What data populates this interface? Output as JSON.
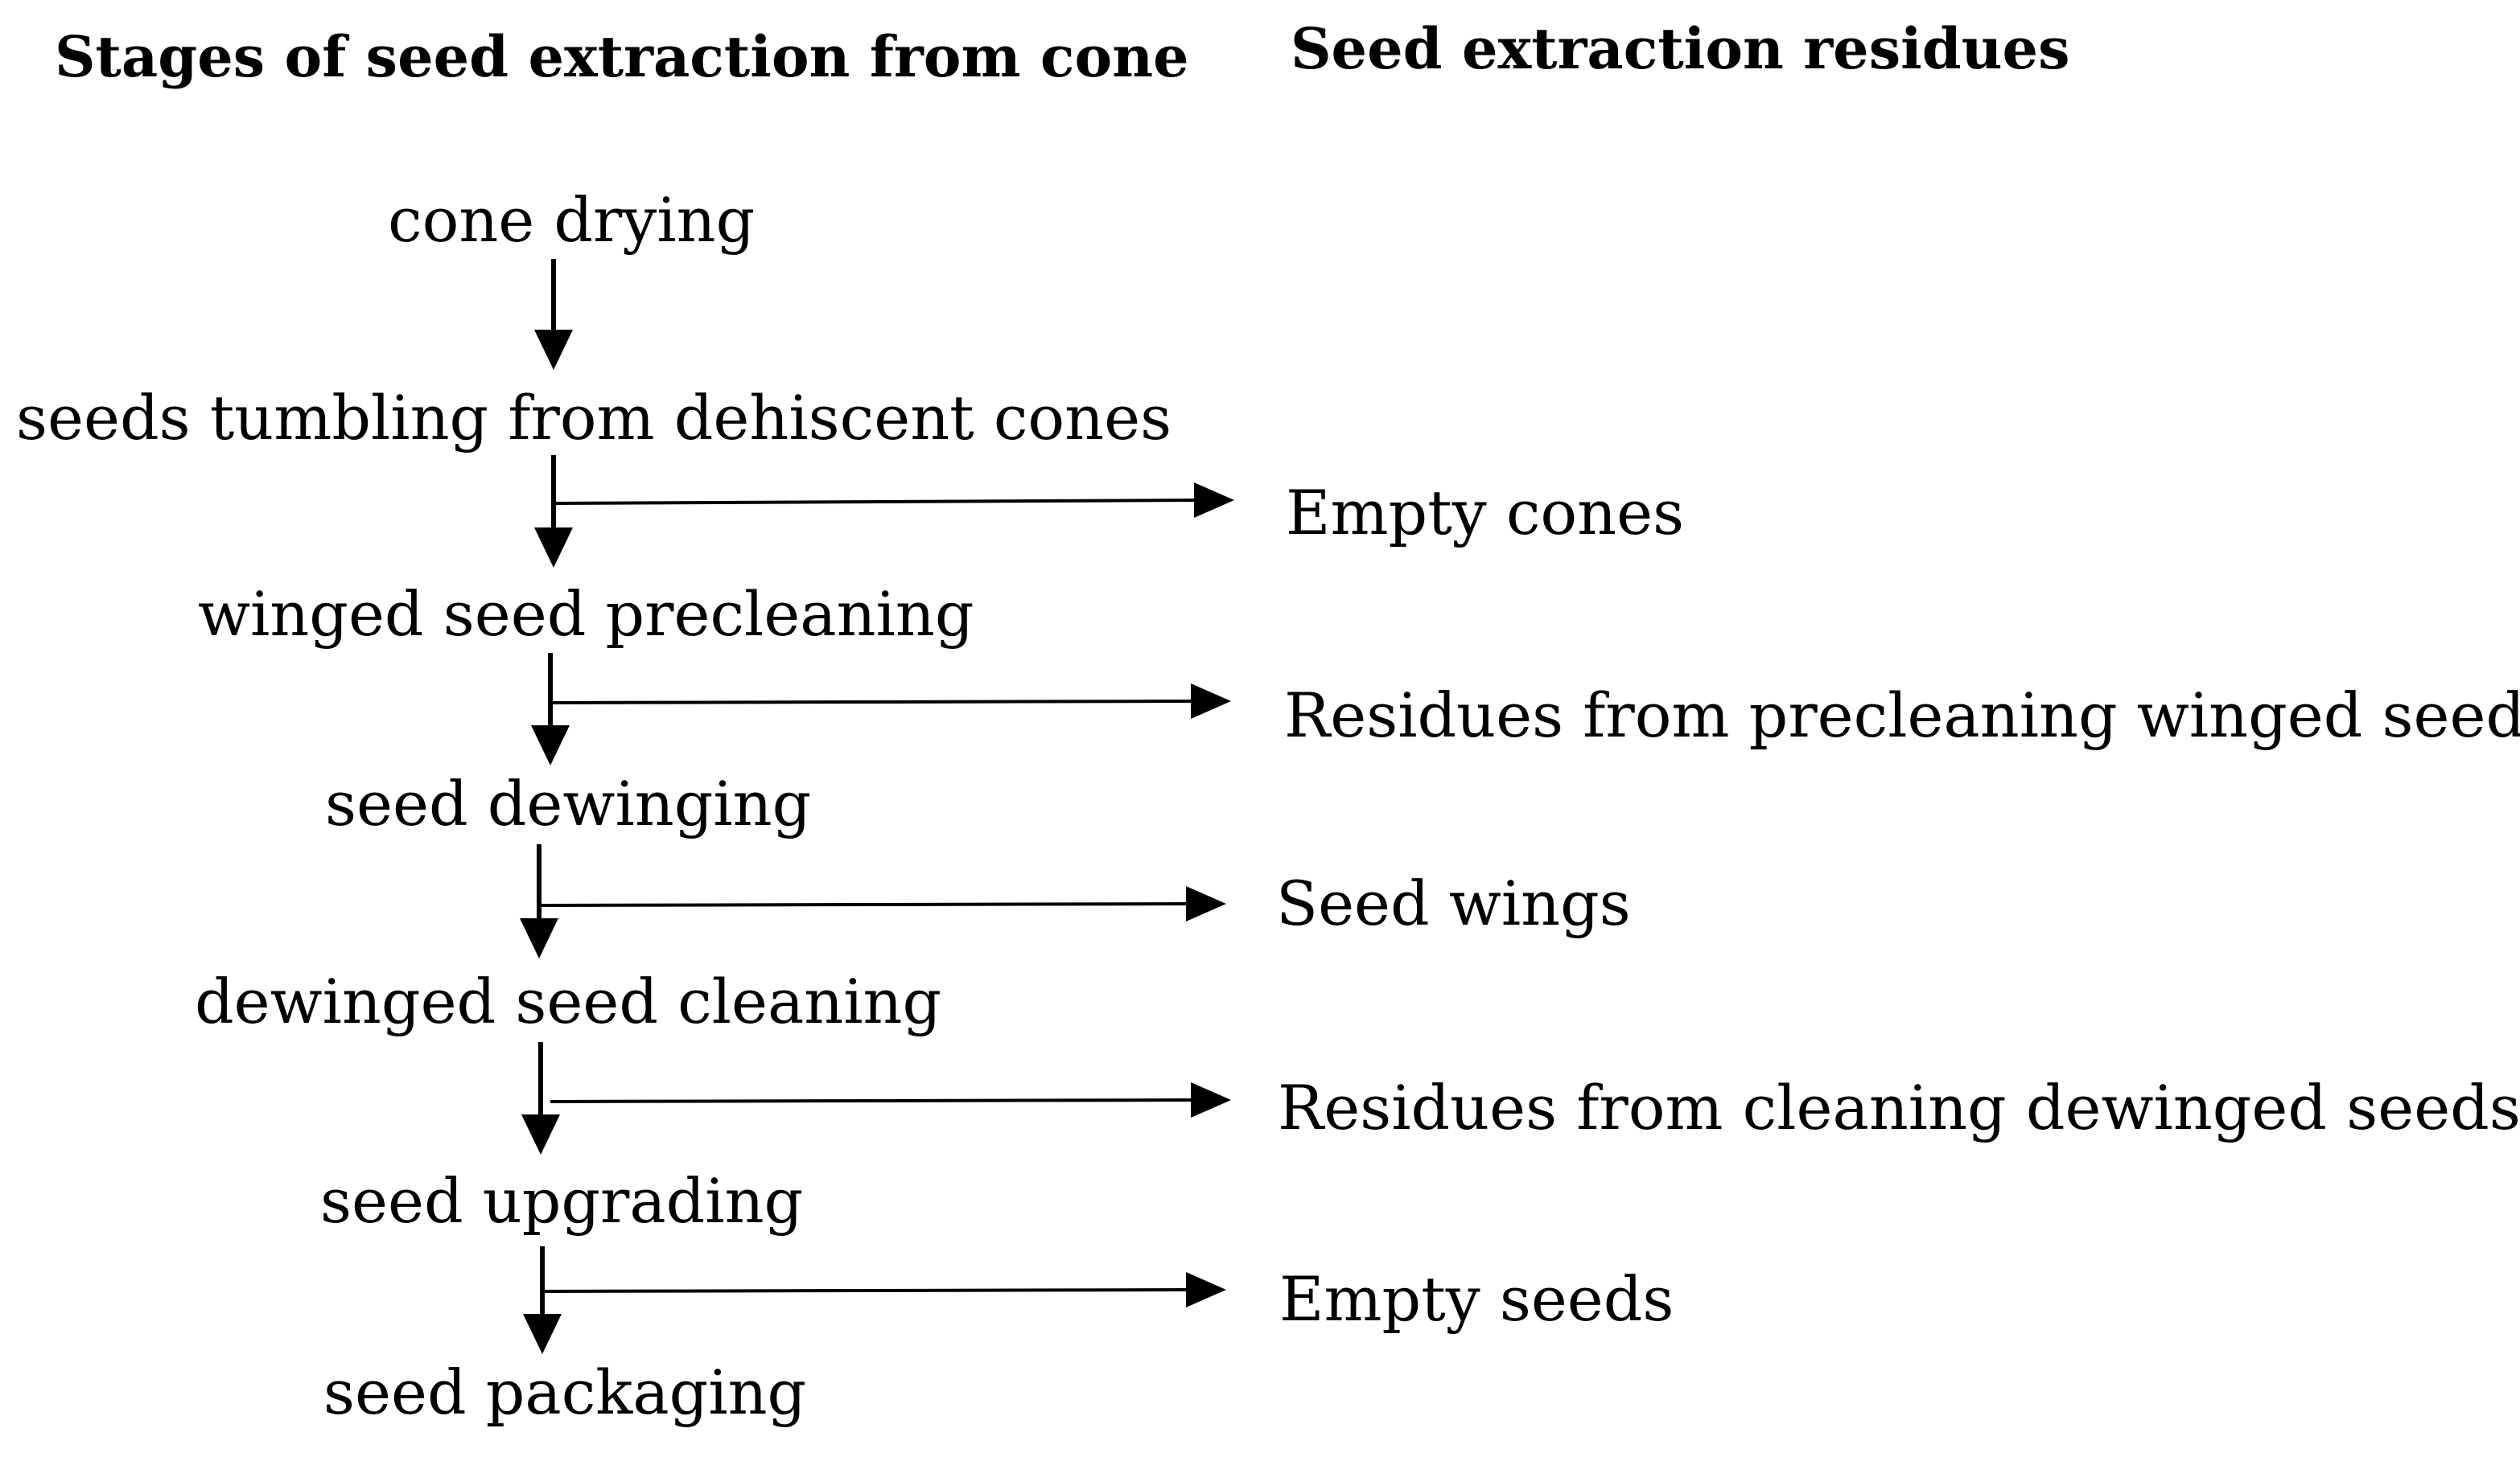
{
  "headers": {
    "left": "Stages of seed extraction from cone",
    "right": "Seed extraction residues"
  },
  "stages": [
    "cone drying",
    "seeds tumbling from dehiscent cones",
    "winged seed precleaning",
    "seed dewinging",
    "dewinged seed cleaning",
    "seed upgrading",
    "seed packaging"
  ],
  "residues": [
    "Empty cones",
    "Residues from precleaning winged seeds",
    "Seed wings",
    "Residues from cleaning dewinged seeds",
    "Empty seeds"
  ]
}
